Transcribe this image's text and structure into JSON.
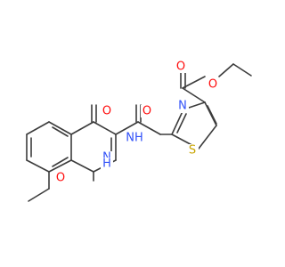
{
  "molecule": {
    "atom_labels": {
      "ketone_o": "O",
      "amide_o": "O",
      "amide_nh": "NH",
      "ring_nh": "H",
      "ring_n": "N",
      "methoxy_o": "O",
      "thiazole_n": "N",
      "thiazole_s": "S",
      "ester_carbonyl_o": "O",
      "ester_o": "O"
    },
    "colors": {
      "bond": "#3c3c3c",
      "oxygen": "#ff0d0d",
      "nitrogen": "#3050f8",
      "sulfur": "#c8a400"
    }
  }
}
